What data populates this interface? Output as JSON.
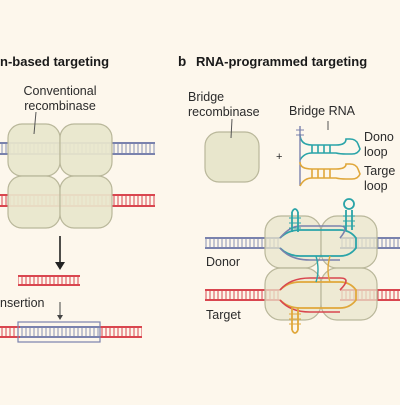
{
  "panel_a": {
    "title": "n-based targeting",
    "protein_label_line1": "Conventional",
    "protein_label_line2": "recombinase",
    "insertion_label": "nsertion"
  },
  "panel_b": {
    "letter": "b",
    "title": "RNA-programmed targeting",
    "recombinase_line1": "Bridge",
    "recombinase_line2": "recombinase",
    "plus": "+",
    "rna_label": "Bridge RNA",
    "donor_loop_line1": "Dono",
    "donor_loop_line2": "loop",
    "target_loop_line1": "Targe",
    "target_loop_line2": "loop",
    "donor_label": "Donor",
    "target_label": "Target"
  },
  "colors": {
    "background": "#fdf7ec",
    "protein_fill": "#e8e6cc",
    "protein_stroke": "#b9b79a",
    "dna_blue": "#7a82ad",
    "dna_red": "#d9464f",
    "loop_teal": "#2aa4a8",
    "loop_gold": "#e0a73a"
  }
}
